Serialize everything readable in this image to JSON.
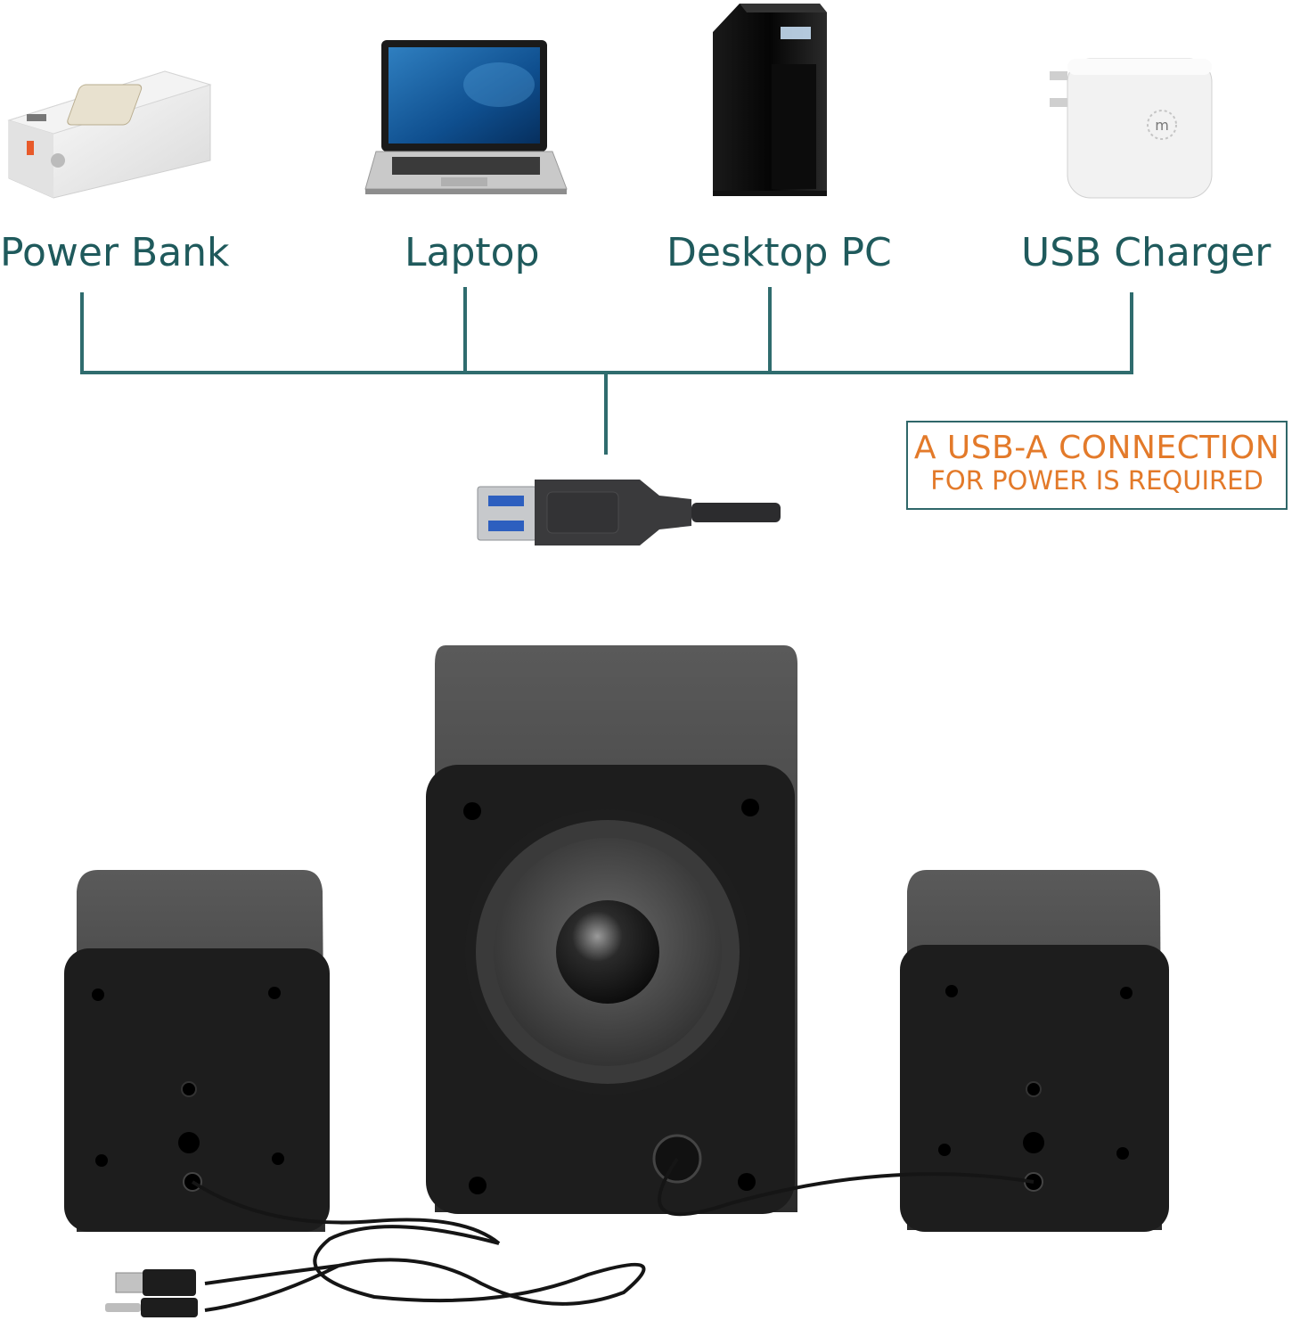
{
  "devices": [
    {
      "label": "Power Bank",
      "icon": "power-bank-icon"
    },
    {
      "label": "Laptop",
      "icon": "laptop-icon"
    },
    {
      "label": "Desktop PC",
      "icon": "desktop-pc-icon"
    },
    {
      "label": "USB Charger",
      "icon": "usb-charger-icon"
    }
  ],
  "notice": {
    "line1": "A USB-A CONNECTION",
    "line2": "FOR POWER IS REQUIRED"
  },
  "colors": {
    "connector_line": "#2f6c6e",
    "label_text": "#1f5a5c",
    "notice_text": "#e37a2a",
    "speaker_body": "#3a3a3a"
  },
  "product": {
    "icon": "speaker-system-icon"
  }
}
